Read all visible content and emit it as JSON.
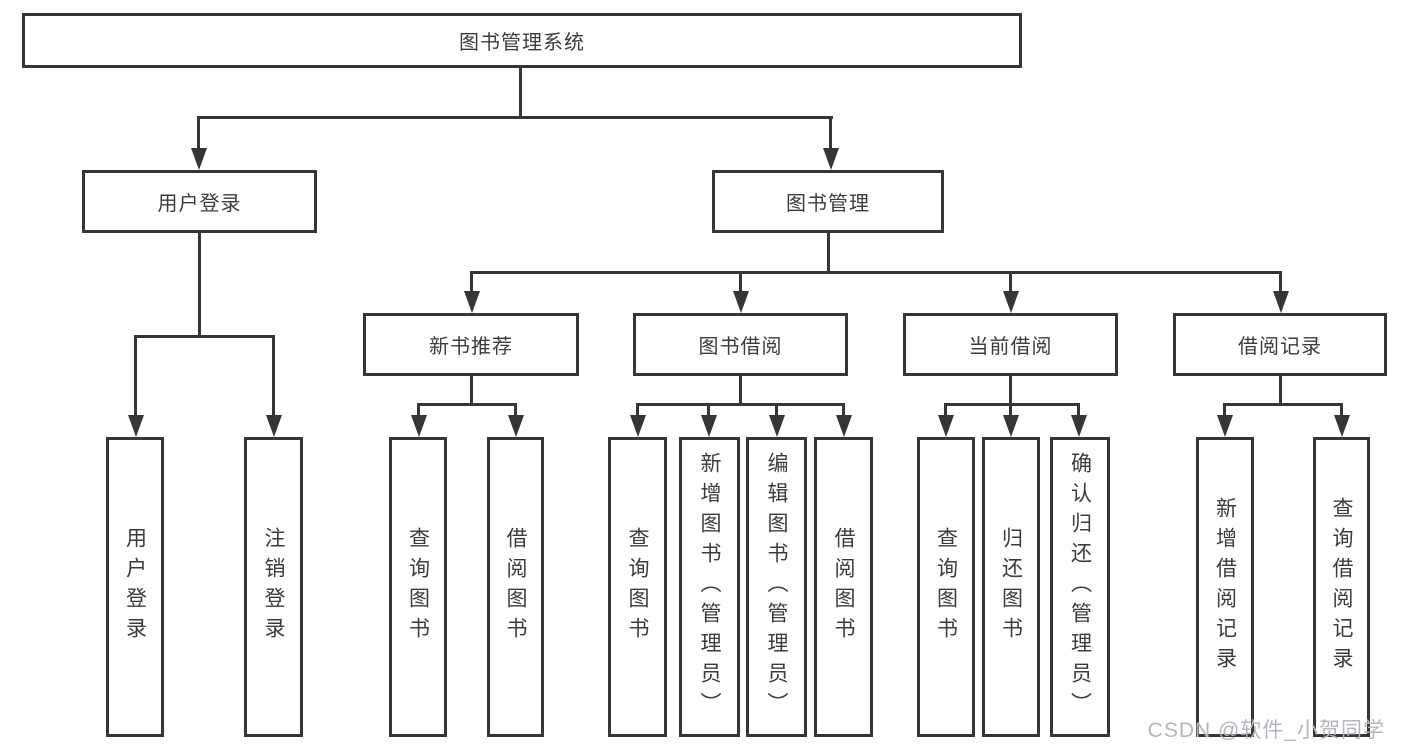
{
  "diagram": {
    "root": {
      "label": "图书管理系统"
    },
    "level2": [
      {
        "label": "用户登录"
      },
      {
        "label": "图书管理"
      }
    ],
    "level3": [
      {
        "label": "新书推荐"
      },
      {
        "label": "图书借阅"
      },
      {
        "label": "当前借阅"
      },
      {
        "label": "借阅记录"
      }
    ],
    "leaves": {
      "user_login": [
        {
          "label": "用户登录"
        },
        {
          "label": "注销登录"
        }
      ],
      "new_book": [
        {
          "label": "查询图书"
        },
        {
          "label": "借阅图书"
        }
      ],
      "book_borrow": [
        {
          "label": "查询图书"
        },
        {
          "label": "新增图书（管理员）"
        },
        {
          "label": "编辑图书（管理员）"
        },
        {
          "label": "借阅图书"
        }
      ],
      "current_borrow": [
        {
          "label": "查询图书"
        },
        {
          "label": "归还图书"
        },
        {
          "label": "确认归还（管理员）"
        }
      ],
      "borrow_record": [
        {
          "label": "新增借阅记录"
        },
        {
          "label": "查询借阅记录"
        }
      ]
    }
  },
  "watermark": {
    "text": "CSDN @软件_小贺同学"
  },
  "colors": {
    "line": "#363636",
    "text": "#3c3c3c",
    "watermark": "#b3b7bd",
    "background": "#ffffff"
  }
}
